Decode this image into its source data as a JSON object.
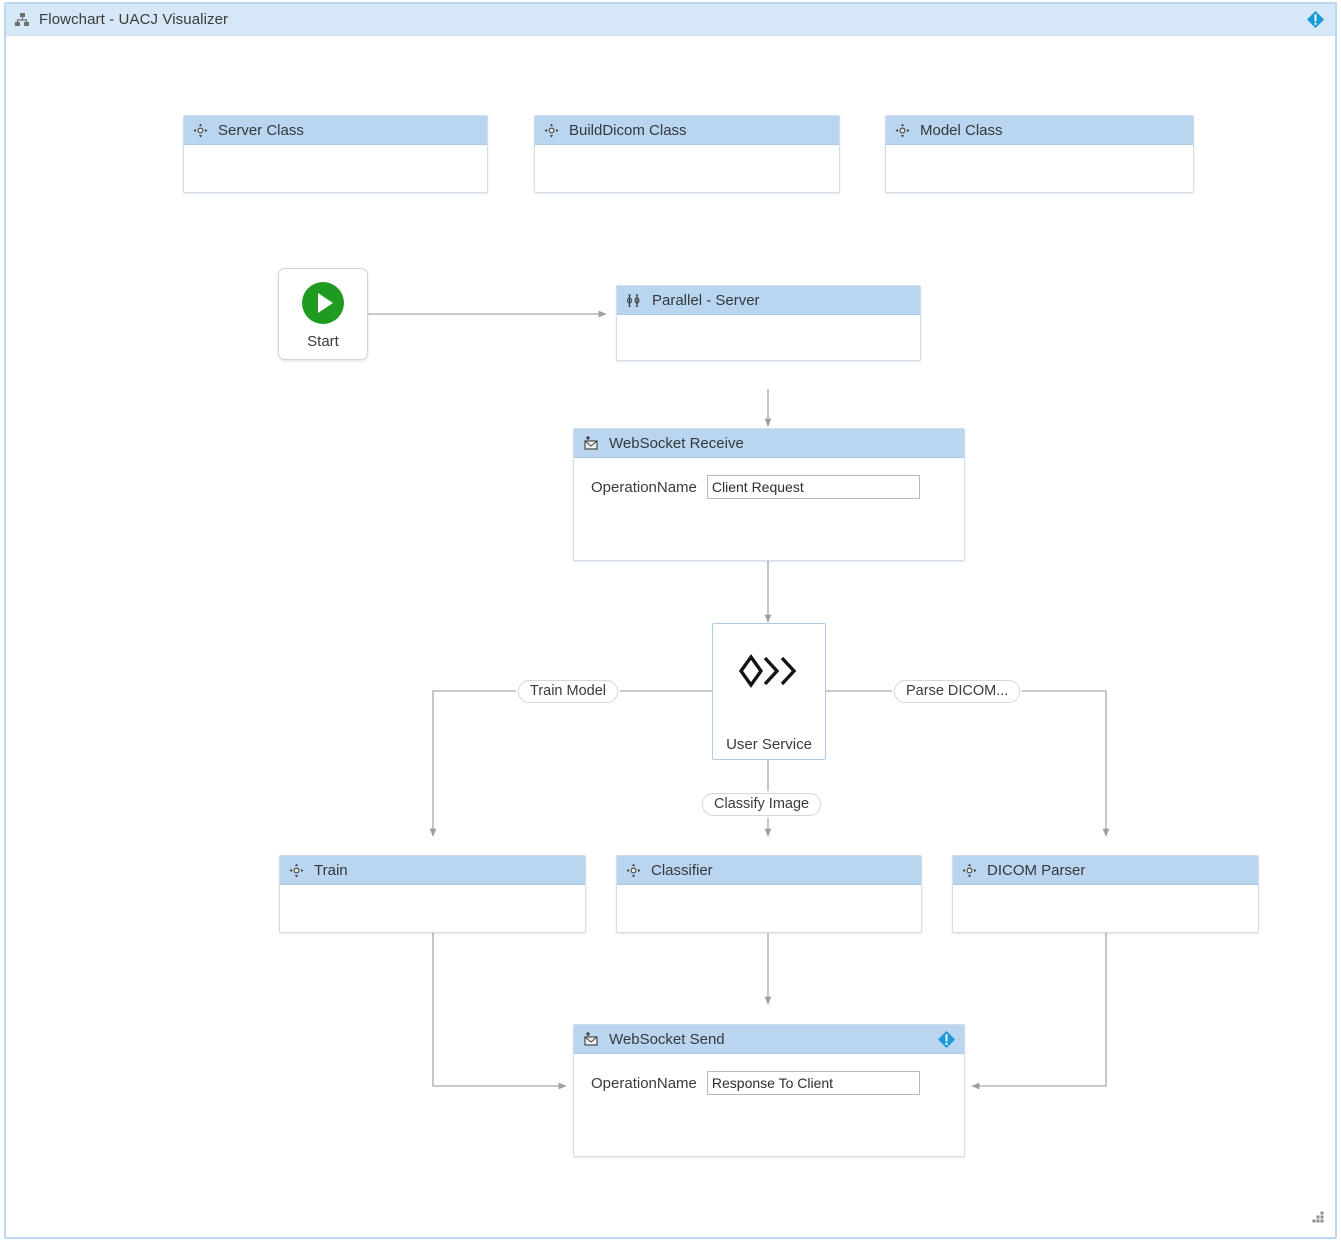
{
  "window": {
    "title": "Flowchart - UACJ Visualizer",
    "title_icon": "org-chart-icon",
    "info_badge_icon": "info-badge-icon",
    "resize_grip_icon": "resize-grip-icon",
    "colors": {
      "frame_border": "#bdd7ee",
      "titlebar_bg": "#d6e7f7",
      "node_header_bg": "#b9d5ef",
      "node_border": "#cfdded",
      "edge_stroke": "#b5b8bb",
      "start_green": "#1f9b22",
      "info_blue": "#1b9ad6",
      "switch_border": "#aecbe8"
    }
  },
  "classes": [
    {
      "title": "Server Class",
      "icon": "move-class-icon"
    },
    {
      "title": "BuildDicom Class",
      "icon": "move-class-icon"
    },
    {
      "title": "Model Class",
      "icon": "move-class-icon"
    }
  ],
  "flow": {
    "start": {
      "label": "Start",
      "icon": "start-play-icon"
    },
    "parallel": {
      "title": "Parallel - Server",
      "icon": "parallel-icon"
    },
    "websocket_receive": {
      "title": "WebSocket Receive",
      "icon": "websocket-receive-icon",
      "field_label": "OperationName",
      "field_value": "Client Request"
    },
    "user_service": {
      "label": "User Service",
      "icon": "switch-icon"
    },
    "branch_labels": {
      "left": "Train Model",
      "down": "Classify Image",
      "right": "Parse DICOM..."
    },
    "activities": [
      {
        "title": "Train",
        "icon": "move-class-icon"
      },
      {
        "title": "Classifier",
        "icon": "move-class-icon"
      },
      {
        "title": "DICOM Parser",
        "icon": "move-class-icon"
      }
    ],
    "websocket_send": {
      "title": "WebSocket Send",
      "icon": "websocket-send-icon",
      "badge_icon": "info-badge-icon",
      "field_label": "OperationName",
      "field_value": "Response To Client"
    }
  }
}
